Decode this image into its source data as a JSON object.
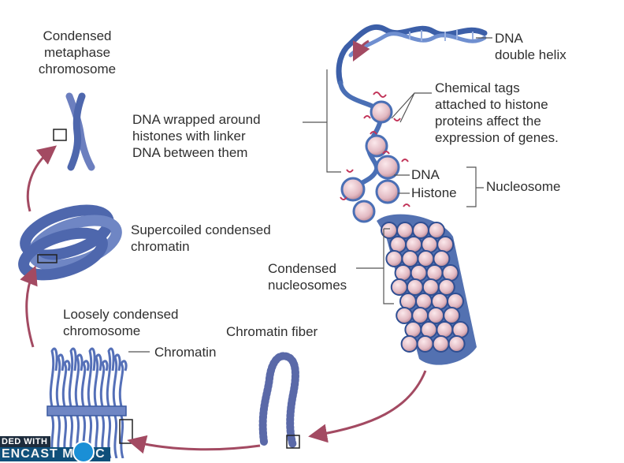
{
  "labels": {
    "condensed_metaphase": [
      "Condensed",
      "metaphase",
      "chromosome"
    ],
    "dna_double_helix": [
      "DNA",
      "double helix"
    ],
    "chemical_tags": [
      "Chemical tags",
      "attached to histone",
      "proteins affect the",
      "expression of genes."
    ],
    "dna_wrapped": [
      "DNA wrapped around",
      "histones with linker",
      "DNA between them"
    ],
    "dna": "DNA",
    "histone": "Histone",
    "nucleosome": "Nucleosome",
    "supercoiled": [
      "Supercoiled condensed",
      "chromatin"
    ],
    "condensed_nucleosomes": [
      "Condensed",
      "nucleosomes"
    ],
    "loosely_condensed": [
      "Loosely condensed",
      "chromosome"
    ],
    "chromatin_fiber": "Chromatin fiber",
    "chromatin": "Chromatin"
  },
  "watermark": {
    "top": "DED WITH",
    "bottom": "ENCAST  MATIC"
  },
  "colors": {
    "dna_blue": "#4a6fb5",
    "histone_pink": "#e9c9cf",
    "arrow_maroon": "#a34a62",
    "tag_red": "#c2355a"
  }
}
